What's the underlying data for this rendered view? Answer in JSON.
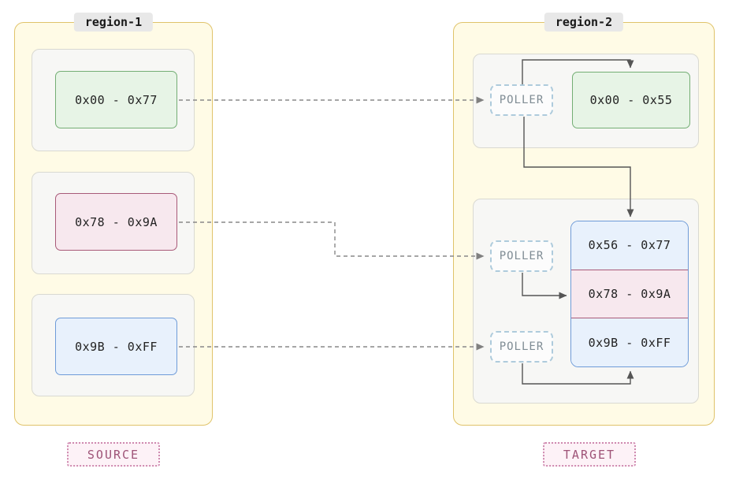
{
  "diagram": {
    "region1": {
      "title": "region-1",
      "blocks": [
        {
          "label": "0x00 - 0x77"
        },
        {
          "label": "0x78 - 0x9A"
        },
        {
          "label": "0x9B - 0xFF"
        }
      ]
    },
    "region2": {
      "title": "region-2",
      "pollers": [
        {
          "label": "POLLER"
        },
        {
          "label": "POLLER"
        },
        {
          "label": "POLLER"
        }
      ],
      "top_block": {
        "label": "0x00 - 0x55"
      },
      "stack": [
        {
          "label": "0x56 - 0x77"
        },
        {
          "label": "0x78 - 0x9A"
        },
        {
          "label": "0x9B - 0xFF"
        }
      ]
    },
    "badges": {
      "source": "SOURCE",
      "target": "TARGET"
    },
    "colors": {
      "region_fill": "#fffbe6",
      "region_border": "#e0c36a",
      "group_fill": "#f7f7f5",
      "green_fill": "#e7f4e6",
      "green_border": "#74ae74",
      "pink_fill": "#f7e8ee",
      "pink_border": "#a85a78",
      "blue_fill": "#e8f1fc",
      "blue_border": "#6e9bd8",
      "poller_border": "#aecbdc",
      "badge_accent": "#9e5377",
      "arrow_solid": "#555555",
      "arrow_dashed": "#888888"
    }
  }
}
